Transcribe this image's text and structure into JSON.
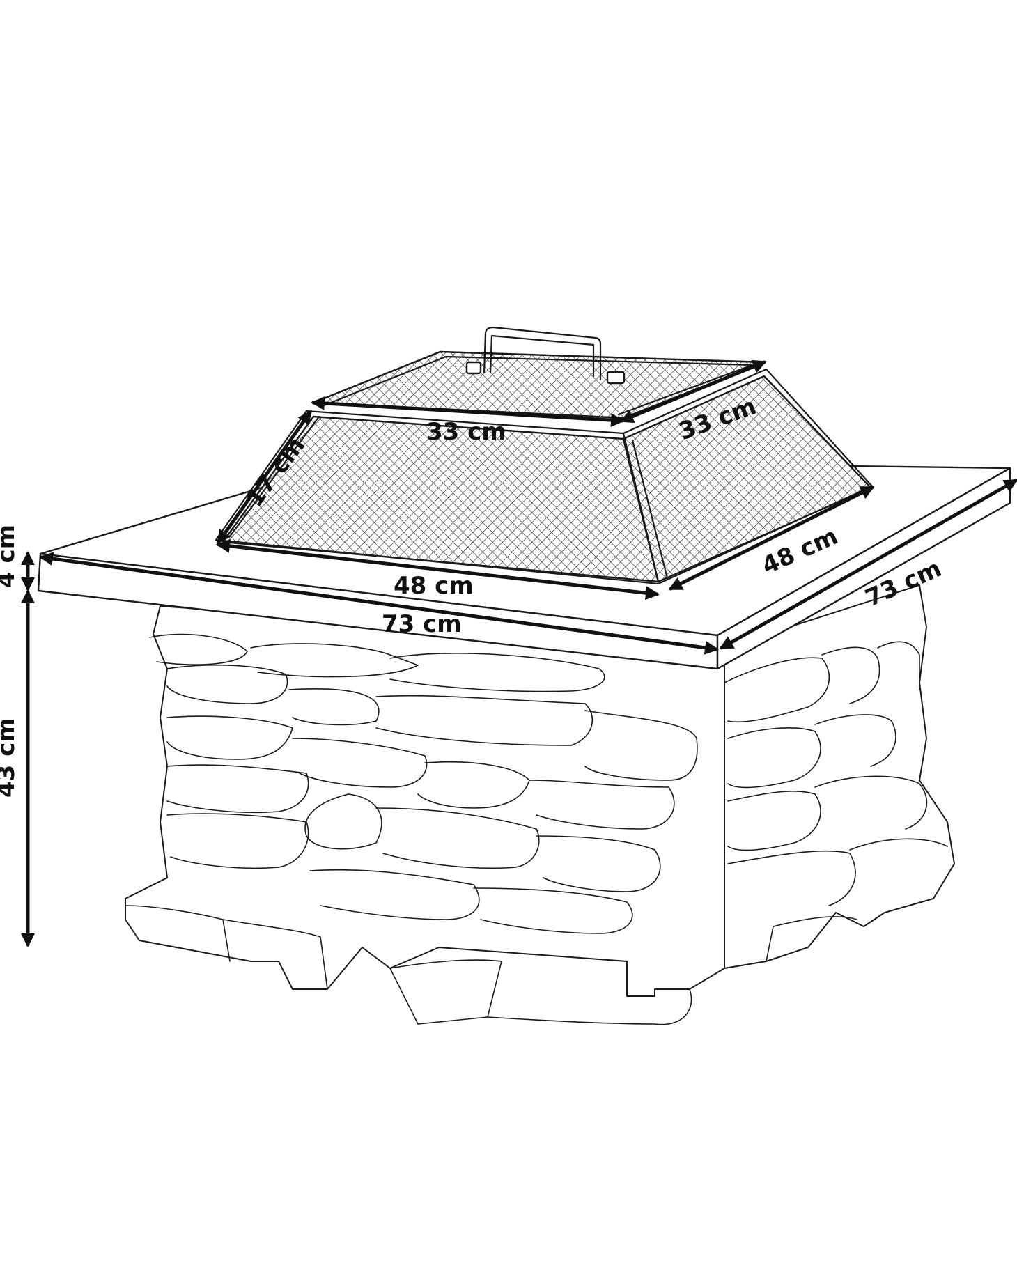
{
  "product_diagram": {
    "subject": "fire pit with mesh spark screen",
    "dimensions": {
      "screen_top_width": "33 cm",
      "screen_top_depth": "33 cm",
      "screen_height": "17 cm",
      "screen_bottom_width": "48 cm",
      "screen_bottom_depth": "48 cm",
      "table_width": "73 cm",
      "table_depth": "73 cm",
      "table_top_thickness": "4 cm",
      "base_height": "43 cm"
    }
  }
}
